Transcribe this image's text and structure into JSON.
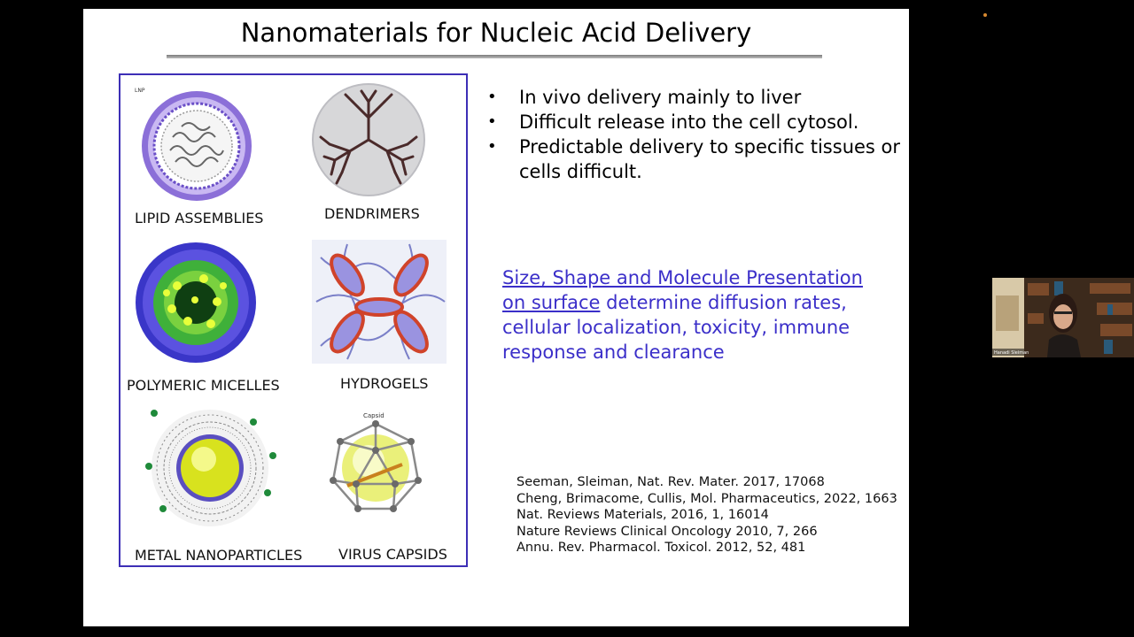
{
  "slide": {
    "title": "Nanomaterials for Nucleic Acid Delivery",
    "panel": {
      "cells": [
        {
          "label": "LIPID ASSEMBLIES",
          "tag": "LNP"
        },
        {
          "label": "DENDRIMERS"
        },
        {
          "label": "POLYMERIC MICELLES"
        },
        {
          "label": "HYDROGELS"
        },
        {
          "label": "METAL NANOPARTICLES"
        },
        {
          "label": "VIRUS CAPSIDS",
          "tag": "Capsid"
        }
      ]
    },
    "bullets": [
      {
        "dot": "•",
        "text": "In vivo delivery mainly to liver"
      },
      {
        "dot": "•",
        "text": "Difficult release into the cell cytosol."
      },
      {
        "dot": "•",
        "text": "Predictable delivery to specific tissues or cells difficult."
      }
    ],
    "highlight": {
      "underlined": "Size, Shape and Molecule Presentation on surface",
      "rest": " determine diffusion rates, cellular localization, toxicity, immune response and clearance"
    },
    "references": [
      "Seeman, Sleiman, Nat. Rev. Mater. 2017, 17068",
      "Cheng, Brimacome, Cullis, Mol. Pharmaceutics, 2022, 1663",
      "Nat. Reviews Materials, 2016, 1, 16014",
      "Nature Reviews Clinical Oncology 2010, 7, 266",
      "Annu. Rev. Pharmacol. Toxicol. 2012,  52, 481"
    ]
  },
  "video_tile": {
    "participant_name": "Hanadi Sleiman"
  },
  "colors": {
    "accent": "#3b2fc9",
    "panel_border": "#3d2fb6",
    "background": "#000000"
  }
}
